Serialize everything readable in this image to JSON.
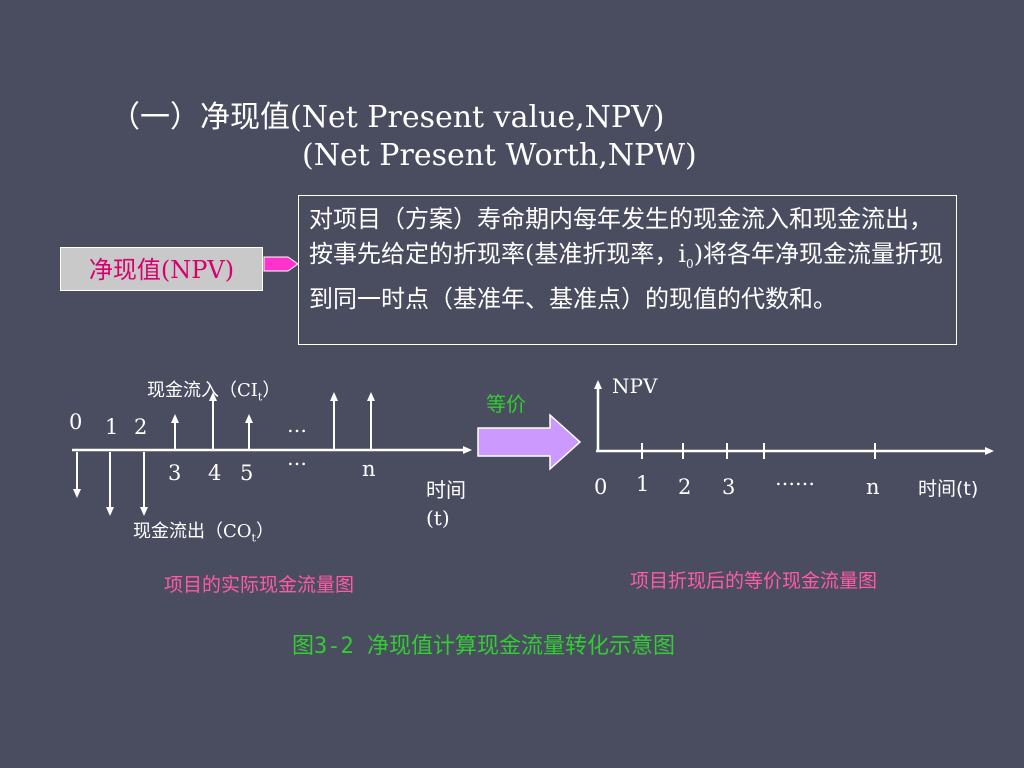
{
  "title": {
    "line1": "（一）净现值(Net Present value,NPV)",
    "line2": "(Net Present Worth,NPW)"
  },
  "npv_label": "净现值(NPV)",
  "definition": {
    "before_sub": "对项目（方案）寿命期内每年发生的现金流入和现金流出，按事先给定的折现率(基准折现率，i",
    "sub": "0",
    "after_sub": ")将各年净现金流量折现到同一时点（基准年、基准点）的现值的代数和。"
  },
  "left_diagram": {
    "inflow_label": "现金流入（CI",
    "inflow_sub": "t",
    "inflow_close": "）",
    "outflow_label": "现金流出（CO",
    "outflow_sub": "t",
    "outflow_close": "）",
    "period_0": "0",
    "period_1": "1",
    "period_2": "2",
    "period_3": "3",
    "period_4": "4",
    "period_5": "5",
    "period_n": "n",
    "ellipsis": "…",
    "axis_label_line1": "时间",
    "axis_label_line2": "(t)",
    "caption": "项目的实际现金流量图"
  },
  "equivalence_label": "等价",
  "right_diagram": {
    "npv_label": "NPV",
    "period_0": "0",
    "period_1": "1",
    "period_2": "2",
    "period_3": "3",
    "ellipsis": "……",
    "period_n": "n",
    "axis_label": "时间(t)",
    "caption": "项目折现后的等价现金流量图"
  },
  "figure_caption": "图3-2   净现值计算现金流量转化示意图",
  "colors": {
    "background": "#4a4d60",
    "npv_text": "#d6006e",
    "pointer": "#ff33cc",
    "arrow_fill": "#cc99ff",
    "green": "#33cc33",
    "pink": "#ff5aa5"
  }
}
